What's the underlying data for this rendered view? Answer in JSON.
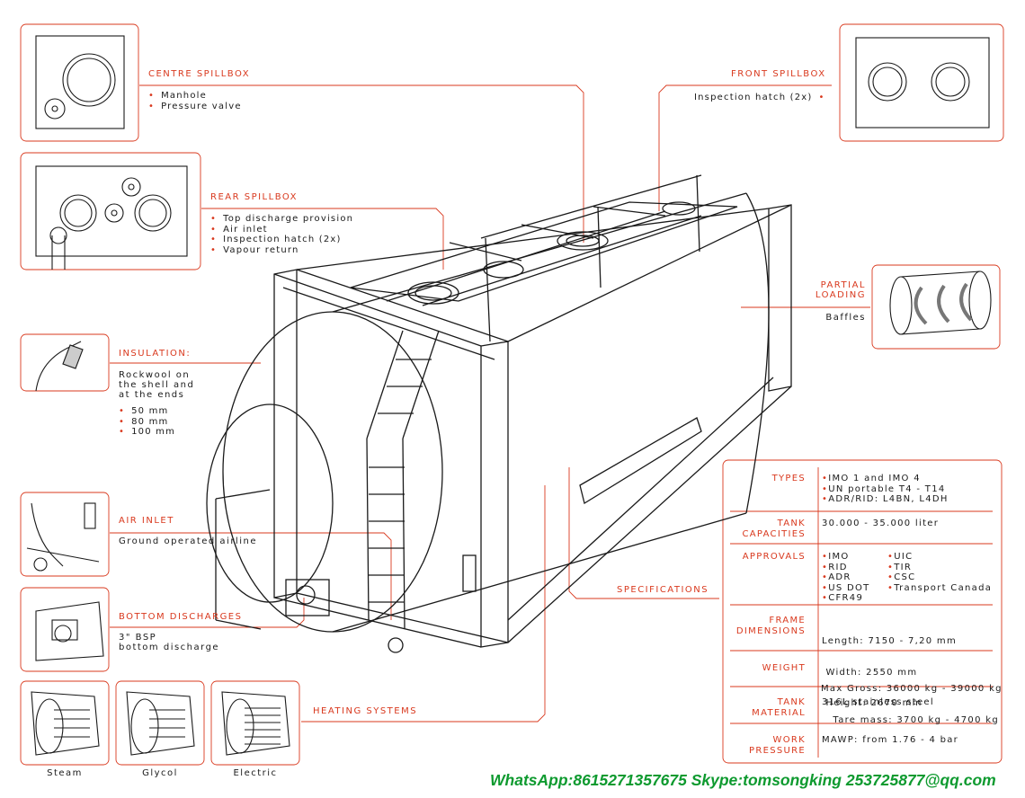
{
  "callouts": {
    "centre_spillbox": {
      "title": "CENTRE SPILLBOX",
      "items": [
        "Manhole",
        "Pressure valve"
      ]
    },
    "front_spillbox": {
      "title": "FRONT SPILLBOX",
      "items": [
        "Inspection hatch (2x)"
      ]
    },
    "rear_spillbox": {
      "title": "REAR SPILLBOX",
      "items": [
        "Top discharge provision",
        "Air inlet",
        "Inspection hatch (2x)",
        "Vapour return"
      ]
    },
    "partial_loading": {
      "title_line1": "PARTIAL",
      "title_line2": "LOADING",
      "sub": "Baffles"
    },
    "insulation": {
      "title": "INSULATION:",
      "desc_line1": "Rockwool on",
      "desc_line2": "the shell and",
      "desc_line3": "at the ends",
      "items": [
        "50 mm",
        "80 mm",
        "100 mm"
      ]
    },
    "air_inlet": {
      "title": "AIR INLET",
      "sub": "Ground operated airline"
    },
    "bottom_discharges": {
      "title": "BOTTOM DISCHARGES",
      "sub_line1": "3\" BSP",
      "sub_line2": "bottom discharge"
    },
    "heating_systems": {
      "title": "HEATING SYSTEMS",
      "options": [
        "Steam",
        "Glycol",
        "Electric"
      ]
    },
    "specifications": {
      "title": "SPECIFICATIONS"
    }
  },
  "specs": {
    "types": {
      "label": "TYPES",
      "values": [
        "IMO 1 and IMO 4",
        "UN portable T4 - T14",
        "ADR/RID: L4BN, L4DH"
      ]
    },
    "capacities": {
      "label_line1": "TANK",
      "label_line2": "CAPACITIES",
      "value": "30.000 - 35.000 liter"
    },
    "approvals": {
      "label": "APPROVALS",
      "col1": [
        "IMO",
        "RID",
        "ADR",
        "US DOT",
        "CFR49"
      ],
      "col2": [
        "UIC",
        "TIR",
        "CSC",
        "Transport Canada"
      ]
    },
    "frame": {
      "label_line1": "FRAME",
      "label_line2": "DIMENSIONS",
      "values": [
        "Length: 7150 - 7,20 mm",
        " Width: 2550 mm",
        " Height: 2670 mm"
      ]
    },
    "weight": {
      "label": "WEIGHT",
      "values": [
        "Max Gross: 36000 kg - 39000 kg",
        "   Tare mass: 3700 kg - 4700 kg"
      ]
    },
    "material": {
      "label_line1": "TANK",
      "label_line2": "MATERIAL",
      "value": "316L stainless steel"
    },
    "pressure": {
      "label_line1": "WORK",
      "label_line2": "PRESSURE",
      "value": "MAWP: from 1.76 - 4 bar"
    }
  },
  "footer": {
    "contact": "WhatsApp:8615271357675  Skype:tomsongking 253725877@qq.com"
  },
  "colors": {
    "accent": "#d9391e",
    "line": "#1a1a1a",
    "footer": "#0e9a2f"
  }
}
